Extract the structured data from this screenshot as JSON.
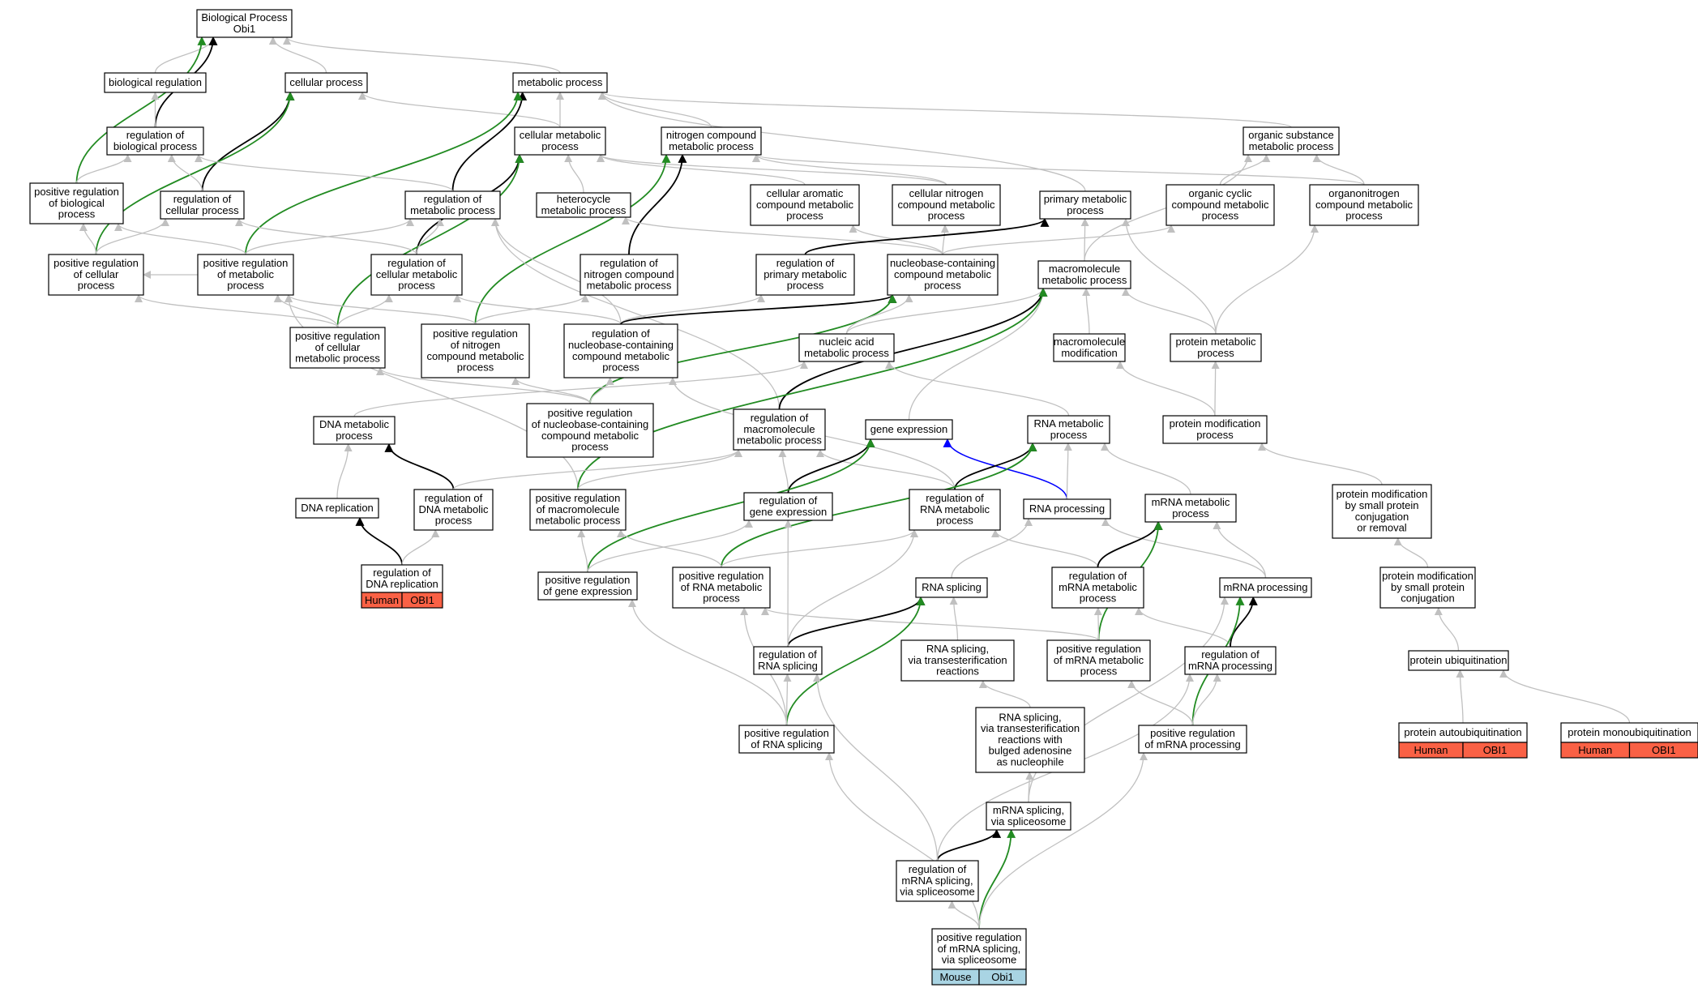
{
  "colors": {
    "edge_default": "#c0c0c0",
    "edge_regulates": "#000000",
    "edge_positively_regulates": "#228b22",
    "edge_part_of": "#0000ff",
    "tag_human_obi1": "#fa6145",
    "tag_mouse_obi1": "#a9d4e3",
    "node_border": "#000000",
    "background": "#ffffff"
  },
  "nodes": [
    {
      "id": "bp",
      "lines": [
        "Biological Process",
        "Obi1"
      ]
    },
    {
      "id": "breg",
      "lines": [
        "biological regulation"
      ]
    },
    {
      "id": "cellp",
      "lines": [
        "cellular process"
      ]
    },
    {
      "id": "metp",
      "lines": [
        "metabolic process"
      ]
    },
    {
      "id": "regbio",
      "lines": [
        "regulation of",
        "biological process"
      ]
    },
    {
      "id": "cellmet",
      "lines": [
        "cellular metabolic",
        "process"
      ]
    },
    {
      "id": "nitro",
      "lines": [
        "nitrogen compound",
        "metabolic process"
      ]
    },
    {
      "id": "orgsub",
      "lines": [
        "organic substance",
        "metabolic process"
      ]
    },
    {
      "id": "posbio",
      "lines": [
        "positive regulation",
        "of biological",
        "process"
      ]
    },
    {
      "id": "regcell",
      "lines": [
        "regulation of",
        "cellular process"
      ]
    },
    {
      "id": "regmet",
      "lines": [
        "regulation of",
        "metabolic process"
      ]
    },
    {
      "id": "hetero",
      "lines": [
        "heterocycle",
        "metabolic process"
      ]
    },
    {
      "id": "cellarom",
      "lines": [
        "cellular aromatic",
        "compound metabolic",
        "process"
      ]
    },
    {
      "id": "cellnitro",
      "lines": [
        "cellular nitrogen",
        "compound metabolic",
        "process"
      ]
    },
    {
      "id": "primary",
      "lines": [
        "primary metabolic",
        "process"
      ]
    },
    {
      "id": "orgcyc",
      "lines": [
        "organic cyclic",
        "compound metabolic",
        "process"
      ]
    },
    {
      "id": "organonitro",
      "lines": [
        "organonitrogen",
        "compound metabolic",
        "process"
      ]
    },
    {
      "id": "poscell",
      "lines": [
        "positive regulation",
        "of cellular",
        "process"
      ]
    },
    {
      "id": "posmet",
      "lines": [
        "positive regulation",
        "of metabolic",
        "process"
      ]
    },
    {
      "id": "regcellmet",
      "lines": [
        "regulation of",
        "cellular metabolic",
        "process"
      ]
    },
    {
      "id": "regnitro",
      "lines": [
        "regulation of",
        "nitrogen compound",
        "metabolic process"
      ]
    },
    {
      "id": "regprim",
      "lines": [
        "regulation of",
        "primary metabolic",
        "process"
      ]
    },
    {
      "id": "nucbase",
      "lines": [
        "nucleobase-containing",
        "compound metabolic",
        "process"
      ]
    },
    {
      "id": "macro",
      "lines": [
        "macromolecule",
        "metabolic process"
      ]
    },
    {
      "id": "poscellmet",
      "lines": [
        "positive regulation",
        "of cellular",
        "metabolic process"
      ]
    },
    {
      "id": "posnitro",
      "lines": [
        "positive regulation",
        "of nitrogen",
        "compound metabolic",
        "process"
      ]
    },
    {
      "id": "regnuc",
      "lines": [
        "regulation of",
        "nucleobase-containing",
        "compound metabolic",
        "process"
      ]
    },
    {
      "id": "nucacid",
      "lines": [
        "nucleic acid",
        "metabolic process"
      ]
    },
    {
      "id": "macromod",
      "lines": [
        "macromolecule",
        "modification"
      ]
    },
    {
      "id": "protmet",
      "lines": [
        "protein metabolic",
        "process"
      ]
    },
    {
      "id": "dnamet",
      "lines": [
        "DNA metabolic",
        "process"
      ]
    },
    {
      "id": "posnuc",
      "lines": [
        "positive regulation",
        "of nucleobase-containing",
        "compound metabolic",
        "process"
      ]
    },
    {
      "id": "regmacro",
      "lines": [
        "regulation of",
        "macromolecule",
        "metabolic process"
      ]
    },
    {
      "id": "geneexp",
      "lines": [
        "gene expression"
      ]
    },
    {
      "id": "rnamet",
      "lines": [
        "RNA metabolic",
        "process"
      ]
    },
    {
      "id": "protmod",
      "lines": [
        "protein modification",
        "process"
      ]
    },
    {
      "id": "dnarep",
      "lines": [
        "DNA replication"
      ]
    },
    {
      "id": "regdnamet",
      "lines": [
        "regulation of",
        "DNA metabolic",
        "process"
      ]
    },
    {
      "id": "posmacro",
      "lines": [
        "positive regulation",
        "of macromolecule",
        "metabolic process"
      ]
    },
    {
      "id": "reggene",
      "lines": [
        "regulation of",
        "gene expression"
      ]
    },
    {
      "id": "regrnamet",
      "lines": [
        "regulation of",
        "RNA metabolic",
        "process"
      ]
    },
    {
      "id": "rnaproc",
      "lines": [
        "RNA processing"
      ]
    },
    {
      "id": "mrnamet",
      "lines": [
        "mRNA metabolic",
        "process"
      ]
    },
    {
      "id": "protsmall",
      "lines": [
        "protein modification",
        "by small protein",
        "conjugation",
        "or removal"
      ]
    },
    {
      "id": "regdnarep",
      "lines": [
        "regulation of",
        "DNA replication"
      ],
      "tag": [
        "Human",
        "OBI1"
      ],
      "tagColor": "#fa6145"
    },
    {
      "id": "posgene",
      "lines": [
        "positive regulation",
        "of gene expression"
      ]
    },
    {
      "id": "posrnamet",
      "lines": [
        "positive regulation",
        "of RNA metabolic",
        "process"
      ]
    },
    {
      "id": "rnasplice",
      "lines": [
        "RNA splicing"
      ]
    },
    {
      "id": "regmrnamet",
      "lines": [
        "regulation of",
        "mRNA metabolic",
        "process"
      ]
    },
    {
      "id": "mrnaproc",
      "lines": [
        "mRNA processing"
      ]
    },
    {
      "id": "protconj",
      "lines": [
        "protein modification",
        "by small protein",
        "conjugation"
      ]
    },
    {
      "id": "regrnasplice",
      "lines": [
        "regulation of",
        "RNA splicing"
      ]
    },
    {
      "id": "rnasplicetrans",
      "lines": [
        "RNA splicing,",
        "via transesterification",
        "reactions"
      ]
    },
    {
      "id": "posmrnamet",
      "lines": [
        "positive regulation",
        "of mRNA metabolic",
        "process"
      ]
    },
    {
      "id": "regmrnaproc",
      "lines": [
        "regulation of",
        "mRNA processing"
      ]
    },
    {
      "id": "protubiq",
      "lines": [
        "protein ubiquitination"
      ]
    },
    {
      "id": "posrnasplice",
      "lines": [
        "positive regulation",
        "of RNA splicing"
      ]
    },
    {
      "id": "rnasplicebulged",
      "lines": [
        "RNA splicing,",
        "via transesterification",
        "reactions with",
        "bulged adenosine",
        "as nucleophile"
      ]
    },
    {
      "id": "posmrnaproc",
      "lines": [
        "positive regulation",
        "of mRNA processing"
      ]
    },
    {
      "id": "protauto",
      "lines": [
        "protein autoubiquitination"
      ],
      "tag": [
        "Human",
        "OBI1"
      ],
      "tagColor": "#fa6145"
    },
    {
      "id": "protmono",
      "lines": [
        "protein monoubiquitination"
      ],
      "tag": [
        "Human",
        "OBI1"
      ],
      "tagColor": "#fa6145"
    },
    {
      "id": "mrnasplice",
      "lines": [
        "mRNA splicing,",
        "via spliceosome"
      ]
    },
    {
      "id": "regmrnasplice",
      "lines": [
        "regulation of",
        "mRNA splicing,",
        "via spliceosome"
      ]
    },
    {
      "id": "posmrnasplice",
      "lines": [
        "positive regulation",
        "of mRNA splicing,",
        "via spliceosome"
      ],
      "tag": [
        "Mouse",
        "Obi1"
      ],
      "tagColor": "#a9d4e3"
    }
  ],
  "edges": [
    {
      "from": "breg",
      "to": "bp",
      "type": "is_a"
    },
    {
      "from": "cellp",
      "to": "bp",
      "type": "is_a"
    },
    {
      "from": "metp",
      "to": "bp",
      "type": "is_a"
    },
    {
      "from": "regbio",
      "to": "bp",
      "type": "regulates"
    },
    {
      "from": "posbio",
      "to": "bp",
      "type": "positively_regulates"
    },
    {
      "from": "regbio",
      "to": "breg",
      "type": "is_a"
    },
    {
      "from": "regcell",
      "to": "cellp",
      "type": "regulates"
    },
    {
      "from": "poscell",
      "to": "cellp",
      "type": "positively_regulates"
    },
    {
      "from": "cellmet",
      "to": "cellp",
      "type": "is_a"
    },
    {
      "from": "cellmet",
      "to": "metp",
      "type": "is_a"
    },
    {
      "from": "nitro",
      "to": "metp",
      "type": "is_a"
    },
    {
      "from": "orgsub",
      "to": "metp",
      "type": "is_a"
    },
    {
      "from": "primary",
      "to": "metp",
      "type": "is_a"
    },
    {
      "from": "regmet",
      "to": "metp",
      "type": "regulates"
    },
    {
      "from": "posmet",
      "to": "metp",
      "type": "positively_regulates"
    },
    {
      "from": "posbio",
      "to": "regbio",
      "type": "is_a"
    },
    {
      "from": "regcell",
      "to": "regbio",
      "type": "is_a"
    },
    {
      "from": "regmet",
      "to": "regbio",
      "type": "is_a"
    },
    {
      "from": "hetero",
      "to": "cellmet",
      "type": "is_a"
    },
    {
      "from": "cellarom",
      "to": "cellmet",
      "type": "is_a"
    },
    {
      "from": "cellnitro",
      "to": "cellmet",
      "type": "is_a"
    },
    {
      "from": "regcellmet",
      "to": "cellmet",
      "type": "regulates"
    },
    {
      "from": "poscellmet",
      "to": "cellmet",
      "type": "positively_regulates"
    },
    {
      "from": "cellnitro",
      "to": "nitro",
      "type": "is_a"
    },
    {
      "from": "organonitro",
      "to": "nitro",
      "type": "is_a"
    },
    {
      "from": "regnitro",
      "to": "nitro",
      "type": "regulates"
    },
    {
      "from": "posnitro",
      "to": "nitro",
      "type": "positively_regulates"
    },
    {
      "from": "orgcyc",
      "to": "orgsub",
      "type": "is_a"
    },
    {
      "from": "organonitro",
      "to": "orgsub",
      "type": "is_a"
    },
    {
      "from": "macro",
      "to": "orgsub",
      "type": "is_a"
    },
    {
      "from": "poscell",
      "to": "posbio",
      "type": "is_a"
    },
    {
      "from": "posmet",
      "to": "posbio",
      "type": "is_a"
    },
    {
      "from": "poscell",
      "to": "regcell",
      "type": "is_a"
    },
    {
      "from": "regcellmet",
      "to": "regcell",
      "type": "is_a"
    },
    {
      "from": "posmet",
      "to": "regmet",
      "type": "is_a"
    },
    {
      "from": "regcellmet",
      "to": "regmet",
      "type": "is_a"
    },
    {
      "from": "regnuc",
      "to": "regmet",
      "type": "is_a"
    },
    {
      "from": "regmacro",
      "to": "regmet",
      "type": "is_a"
    },
    {
      "from": "nucbase",
      "to": "hetero",
      "type": "is_a"
    },
    {
      "from": "nucbase",
      "to": "cellarom",
      "type": "is_a"
    },
    {
      "from": "nucbase",
      "to": "cellnitro",
      "type": "is_a"
    },
    {
      "from": "nucbase",
      "to": "orgcyc",
      "type": "is_a"
    },
    {
      "from": "macro",
      "to": "primary",
      "type": "is_a"
    },
    {
      "from": "protmet",
      "to": "primary",
      "type": "is_a"
    },
    {
      "from": "regprim",
      "to": "primary",
      "type": "regulates"
    },
    {
      "from": "protmet",
      "to": "organonitro",
      "type": "is_a"
    },
    {
      "from": "poscellmet",
      "to": "poscell",
      "type": "is_a"
    },
    {
      "from": "posmet",
      "to": "poscell",
      "type": "is_a"
    },
    {
      "from": "poscellmet",
      "to": "posmet",
      "type": "is_a"
    },
    {
      "from": "posnitro",
      "to": "posmet",
      "type": "is_a"
    },
    {
      "from": "posmacro",
      "to": "posmet",
      "type": "is_a"
    },
    {
      "from": "poscellmet",
      "to": "regcellmet",
      "type": "is_a"
    },
    {
      "from": "regnuc",
      "to": "regcellmet",
      "type": "is_a"
    },
    {
      "from": "posnitro",
      "to": "regnitro",
      "type": "is_a"
    },
    {
      "from": "regnuc",
      "to": "regprim",
      "type": "is_a"
    },
    {
      "from": "regnuc",
      "to": "nucbase",
      "type": "regulates"
    },
    {
      "from": "posnuc",
      "to": "nucbase",
      "type": "positively_regulates"
    },
    {
      "from": "nucacid",
      "to": "nucbase",
      "type": "is_a"
    },
    {
      "from": "nucacid",
      "to": "macro",
      "type": "is_a"
    },
    {
      "from": "macromod",
      "to": "macro",
      "type": "is_a"
    },
    {
      "from": "protmet",
      "to": "macro",
      "type": "is_a"
    },
    {
      "from": "geneexp",
      "to": "macro",
      "type": "is_a"
    },
    {
      "from": "regmacro",
      "to": "macro",
      "type": "regulates"
    },
    {
      "from": "posmacro",
      "to": "macro",
      "type": "positively_regulates"
    },
    {
      "from": "posnuc",
      "to": "posnitro",
      "type": "is_a"
    },
    {
      "from": "posnuc",
      "to": "poscellmet",
      "type": "is_a"
    },
    {
      "from": "posnuc",
      "to": "regnuc",
      "type": "is_a"
    },
    {
      "from": "regrnamet",
      "to": "regnuc",
      "type": "is_a"
    },
    {
      "from": "dnamet",
      "to": "nucacid",
      "type": "is_a"
    },
    {
      "from": "rnamet",
      "to": "nucacid",
      "type": "is_a"
    },
    {
      "from": "protmod",
      "to": "macromod",
      "type": "is_a"
    },
    {
      "from": "protmod",
      "to": "protmet",
      "type": "is_a"
    },
    {
      "from": "dnarep",
      "to": "dnamet",
      "type": "is_a"
    },
    {
      "from": "regdnamet",
      "to": "dnamet",
      "type": "regulates"
    },
    {
      "from": "regdnamet",
      "to": "regmacro",
      "type": "is_a"
    },
    {
      "from": "posmacro",
      "to": "regmacro",
      "type": "is_a"
    },
    {
      "from": "reggene",
      "to": "regmacro",
      "type": "is_a"
    },
    {
      "from": "regrnamet",
      "to": "regmacro",
      "type": "is_a"
    },
    {
      "from": "reggene",
      "to": "geneexp",
      "type": "regulates"
    },
    {
      "from": "posgene",
      "to": "geneexp",
      "type": "positively_regulates"
    },
    {
      "from": "rnaproc",
      "to": "geneexp",
      "type": "part_of"
    },
    {
      "from": "rnaproc",
      "to": "rnamet",
      "type": "is_a"
    },
    {
      "from": "mrnamet",
      "to": "rnamet",
      "type": "is_a"
    },
    {
      "from": "regrnamet",
      "to": "rnamet",
      "type": "regulates"
    },
    {
      "from": "posrnamet",
      "to": "rnamet",
      "type": "positively_regulates"
    },
    {
      "from": "protsmall",
      "to": "protmod",
      "type": "is_a"
    },
    {
      "from": "regdnarep",
      "to": "dnarep",
      "type": "regulates"
    },
    {
      "from": "regdnarep",
      "to": "regdnamet",
      "type": "is_a"
    },
    {
      "from": "posgene",
      "to": "posmacro",
      "type": "is_a"
    },
    {
      "from": "posrnamet",
      "to": "posmacro",
      "type": "is_a"
    },
    {
      "from": "posgene",
      "to": "reggene",
      "type": "is_a"
    },
    {
      "from": "posrnamet",
      "to": "regrnamet",
      "type": "is_a"
    },
    {
      "from": "regmrnamet",
      "to": "regrnamet",
      "type": "is_a"
    },
    {
      "from": "rnasplice",
      "to": "rnaproc",
      "type": "is_a"
    },
    {
      "from": "mrnaproc",
      "to": "rnaproc",
      "type": "is_a"
    },
    {
      "from": "mrnaproc",
      "to": "mrnamet",
      "type": "is_a"
    },
    {
      "from": "regmrnamet",
      "to": "mrnamet",
      "type": "regulates"
    },
    {
      "from": "posmrnamet",
      "to": "mrnamet",
      "type": "positively_regulates"
    },
    {
      "from": "protconj",
      "to": "protsmall",
      "type": "is_a"
    },
    {
      "from": "posmrnamet",
      "to": "posrnamet",
      "type": "is_a"
    },
    {
      "from": "regrnasplice",
      "to": "rnasplice",
      "type": "regulates"
    },
    {
      "from": "posrnasplice",
      "to": "rnasplice",
      "type": "positively_regulates"
    },
    {
      "from": "rnasplicetrans",
      "to": "rnasplice",
      "type": "is_a"
    },
    {
      "from": "posmrnamet",
      "to": "regmrnamet",
      "type": "is_a"
    },
    {
      "from": "regmrnaproc",
      "to": "regmrnamet",
      "type": "is_a"
    },
    {
      "from": "regmrnaproc",
      "to": "mrnaproc",
      "type": "regulates"
    },
    {
      "from": "posmrnaproc",
      "to": "mrnaproc",
      "type": "positively_regulates"
    },
    {
      "from": "protubiq",
      "to": "protconj",
      "type": "is_a"
    },
    {
      "from": "regrnasplice",
      "to": "reggene",
      "type": "is_a"
    },
    {
      "from": "regrnasplice",
      "to": "regrnamet",
      "type": "is_a"
    },
    {
      "from": "posrnasplice",
      "to": "regrnasplice",
      "type": "is_a"
    },
    {
      "from": "posrnasplice",
      "to": "posgene",
      "type": "is_a"
    },
    {
      "from": "posrnasplice",
      "to": "posrnamet",
      "type": "is_a"
    },
    {
      "from": "rnasplicebulged",
      "to": "rnasplicetrans",
      "type": "is_a"
    },
    {
      "from": "posmrnaproc",
      "to": "regmrnaproc",
      "type": "is_a"
    },
    {
      "from": "posmrnaproc",
      "to": "posmrnamet",
      "type": "is_a"
    },
    {
      "from": "protauto",
      "to": "protubiq",
      "type": "is_a"
    },
    {
      "from": "protmono",
      "to": "protubiq",
      "type": "is_a"
    },
    {
      "from": "mrnasplice",
      "to": "rnasplicebulged",
      "type": "is_a"
    },
    {
      "from": "mrnasplice",
      "to": "mrnaproc",
      "type": "part_of_gray"
    },
    {
      "from": "regmrnasplice",
      "to": "mrnasplice",
      "type": "regulates"
    },
    {
      "from": "regmrnasplice",
      "to": "regrnasplice",
      "type": "is_a"
    },
    {
      "from": "regmrnasplice",
      "to": "regmrnaproc",
      "type": "is_a"
    },
    {
      "from": "posmrnasplice",
      "to": "mrnasplice",
      "type": "positively_regulates"
    },
    {
      "from": "posmrnasplice",
      "to": "regmrnasplice",
      "type": "is_a"
    },
    {
      "from": "posmrnasplice",
      "to": "posrnasplice",
      "type": "is_a"
    },
    {
      "from": "posmrnasplice",
      "to": "posmrnaproc",
      "type": "is_a"
    }
  ]
}
